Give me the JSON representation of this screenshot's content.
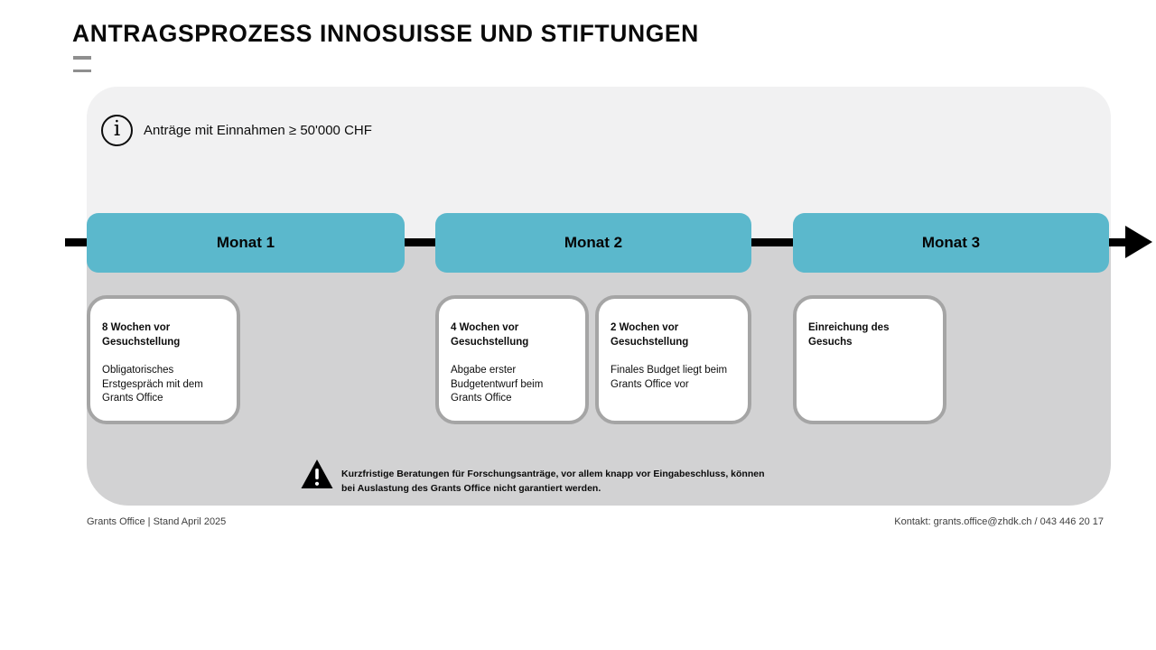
{
  "slide": {
    "title": "ANTRAGSPROZESS INNOSUISSE UND STIFTUNGEN",
    "info_note": "Anträge mit Einnahmen ≥ 50'000 CHF",
    "timeline": {
      "months": [
        {
          "label": "Monat 1"
        },
        {
          "label": "Monat 2"
        },
        {
          "label": "Monat 3"
        }
      ]
    },
    "steps": [
      {
        "title": "8 Wochen vor Gesuchstellung",
        "body": "Obligatorisches Erstgespräch mit dem Grants Office"
      },
      {
        "title": "4 Wochen vor Gesuchstellung",
        "body": "Abgabe erster Budgetentwurf beim Grants Office"
      },
      {
        "title": "2 Wochen vor Gesuchstellung",
        "body": "Finales Budget liegt beim Grants Office vor"
      },
      {
        "title": "Einreichung des Gesuchs",
        "body": ""
      }
    ],
    "warning": "Kurzfristige Beratungen für Forschungsanträge, vor allem knapp vor Eingabeschluss, können bei Auslastung des Grants Office nicht garantiert werden.",
    "footer_left": "Grants Office | Stand April 2025",
    "footer_right": "Kontakt: grants.office@zhdk.ch / 043 446 20 17",
    "colors": {
      "accent_teal": "#5bb8cc",
      "panel_light": "#f1f1f2",
      "panel_dark": "#d2d2d3",
      "card_border": "#a5a5a5",
      "arrow_black": "#000000"
    }
  },
  "icons": {
    "info_glyph": "i"
  }
}
